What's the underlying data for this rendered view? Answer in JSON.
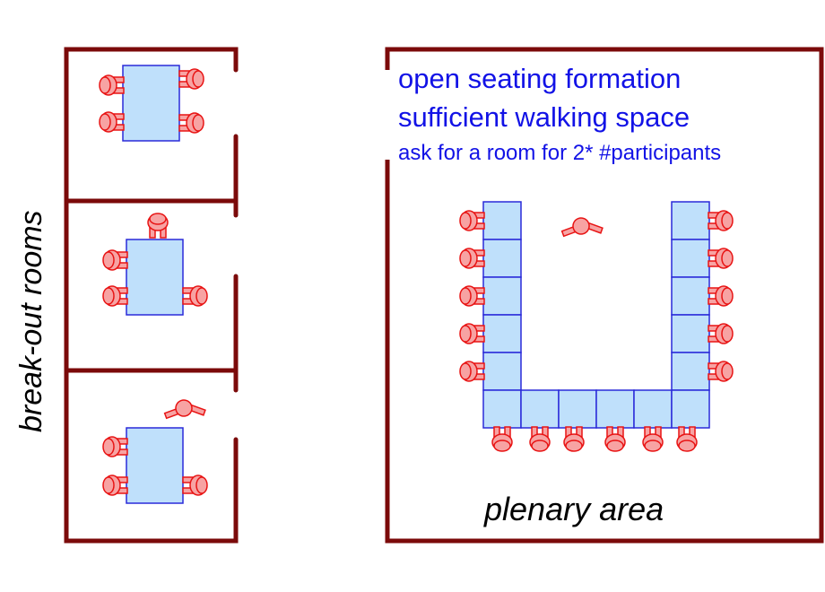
{
  "notes": {
    "line1": "open seating formation",
    "line2": "sufficient walking space",
    "line3": "ask for a room for 2* #participants"
  },
  "labels": {
    "breakout": "break-out rooms",
    "plenary": "plenary area"
  },
  "colors": {
    "wall": "#7b0a0a",
    "table_fill": "#bfe0fb",
    "table_stroke": "#2a2ad9",
    "chair_fill": "#f7a3a3",
    "chair_stroke": "#e81414",
    "text_blue": "#1212e6",
    "text_black": "#000000"
  }
}
